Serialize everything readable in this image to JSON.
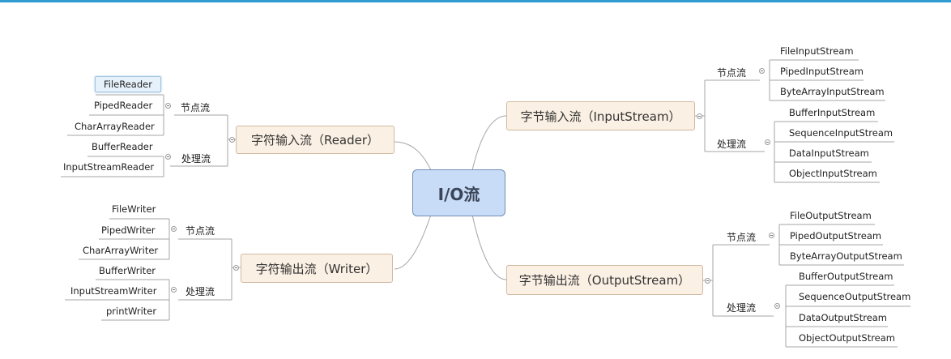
{
  "root": "I/O流",
  "reader": {
    "title": "字符输入流（Reader）",
    "node_label": "节点流",
    "node_items": [
      "FileReader",
      "PipedReader",
      "CharArrayReader"
    ],
    "proc_label": "处理流",
    "proc_items": [
      "BufferReader",
      "InputStreamReader"
    ]
  },
  "writer": {
    "title": "字符输出流（Writer）",
    "node_label": "节点流",
    "node_items": [
      "FileWriter",
      "PipedWriter",
      "CharArrayWriter"
    ],
    "proc_label": "处理流",
    "proc_items": [
      "BufferWriter",
      "InputStreamWriter",
      "printWriter"
    ]
  },
  "input": {
    "title": "字节输入流（InputStream）",
    "node_label": "节点流",
    "node_items": [
      "FileInputStream",
      "PipedInputStream",
      "ByteArrayInputStream"
    ],
    "proc_label": "处理流",
    "proc_items": [
      "BufferInputStream",
      "SequenceInputStream",
      "DataInputStream",
      "ObjectInputStream"
    ]
  },
  "output": {
    "title": "字节输出流（OutputStream）",
    "node_label": "节点流",
    "node_items": [
      "FileOutputStream",
      "PipedOutputStream",
      "ByteArrayOutputStream"
    ],
    "proc_label": "处理流",
    "proc_items": [
      "BufferOutputStream",
      "SequenceOutputStream",
      "DataOutputStream",
      "ObjectOutputStream"
    ]
  },
  "colors": {
    "root_fill": "#c8dcf7",
    "branch_fill": "#fbf0e4",
    "top_bar": "#2f9bd3",
    "line": "#9a9a9a"
  }
}
